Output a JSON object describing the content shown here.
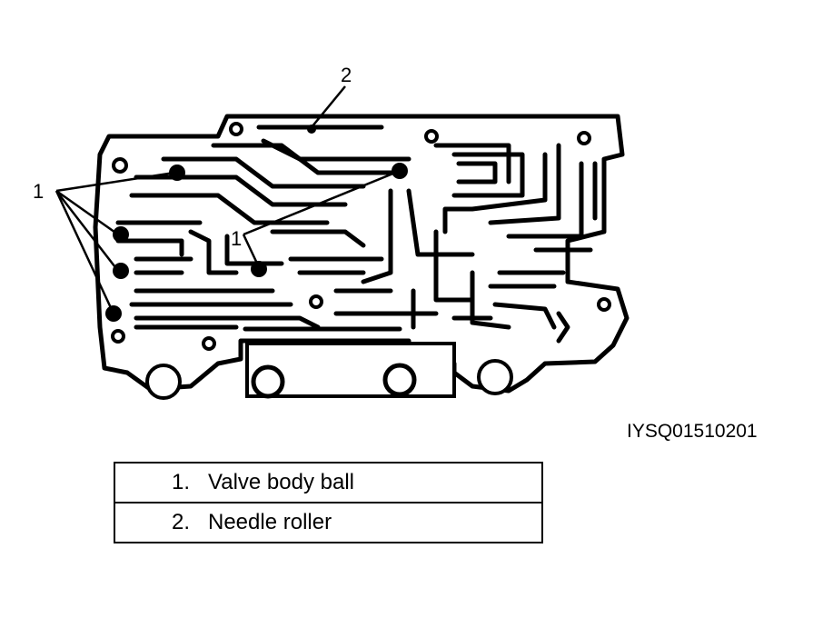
{
  "callouts": {
    "valve_body_ball_left": "1",
    "valve_body_ball_center": "1",
    "needle_roller_top": "2"
  },
  "figure_code": "IYSQ01510201",
  "legend": [
    {
      "number": "1.",
      "label": "Valve body ball"
    },
    {
      "number": "2.",
      "label": "Needle roller"
    }
  ]
}
